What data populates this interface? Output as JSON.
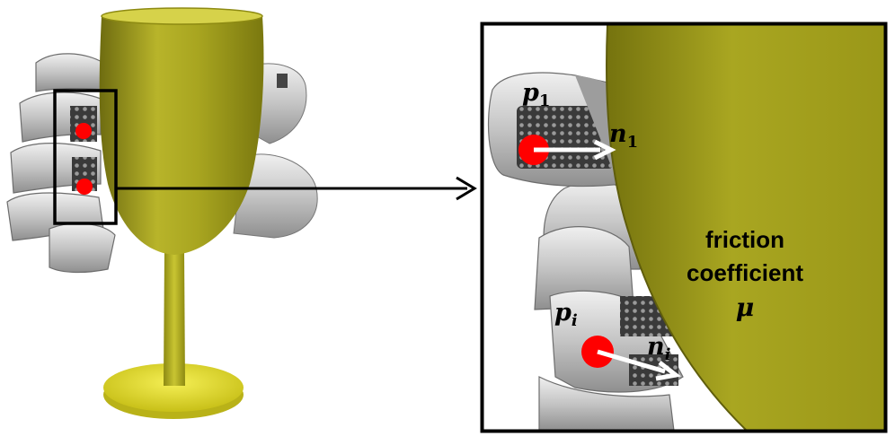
{
  "colors": {
    "glass": "#a8a520",
    "glass_light": "#d6d24a",
    "glass_dark": "#6e6c10",
    "base": "#e6df2e",
    "hand": "#c9c9c9",
    "hand_dark": "#8a8a8a",
    "contact": "#ff0000",
    "arrow": "#ffffff",
    "frame": "#000000"
  },
  "icons": {
    "contact_point": "red-dot",
    "normal_vector": "white-arrow",
    "zoom_pointer": "black-arrow"
  },
  "labels": {
    "p1_base": "p",
    "p1_sub": "1",
    "n1_base": "n",
    "n1_sub": "1",
    "pi_base": "p",
    "pi_sub": "i",
    "ni_base": "n",
    "ni_sub": "i",
    "friction_line1": "friction",
    "friction_line2": "coefficient",
    "friction_symbol": "μ"
  }
}
